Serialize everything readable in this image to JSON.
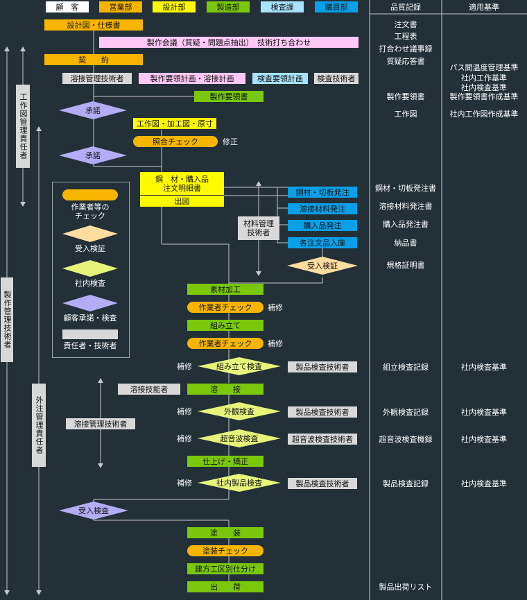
{
  "colors": {
    "background": "#233038",
    "sales": "#f7b500",
    "design": "#fffa00",
    "manufacturing": "#7ac70c",
    "inspection_section": "#a7e3ff",
    "purchasing": "#0aa0e8",
    "meeting_pink": "#ffc8f5",
    "gray_box": "#d8d8d8",
    "customer_approval_diamond": "#b4acf5",
    "receiving_diamond": "#ffdca0",
    "internal_inspection_diamond": "#e6f57a"
  },
  "departments": [
    "顧　客",
    "営業部",
    "設計部",
    "製造部",
    "検査課",
    "購買部"
  ],
  "columns": {
    "quality_records": "品質記録",
    "standards": "適用基準"
  },
  "process": {
    "design_spec": "設計図・仕様書",
    "meeting": "製作会議（質疑・問題点抽出）　技術打ち合わせ",
    "contract": "契　　約",
    "welding_mgr": "溶接管理技術者",
    "plan": "製作要領計画・溶接計画",
    "inspection_plan": "検査要領計画",
    "inspection_engineer": "検査技術者",
    "production_manual": "製作要領書",
    "approval1": "承諾",
    "shop_drawing": "工作図・加工図・原寸",
    "match_check": "照合チェック",
    "correction": "修正",
    "approval2": "承諾",
    "materials_line1": "鋼　材・購入品",
    "materials_line2": "注文明細書",
    "release_drawing": "出図",
    "steel_order": "鋼材・切板発注",
    "weld_material_order": "溶接材料発注",
    "purchase_order": "購入品発注",
    "order_receipt": "各注文品入庫",
    "material_mgr_line1": "材料管理",
    "material_mgr_line2": "技術者",
    "receiving_inspection": "受入検証",
    "raw_processing": "素材加工",
    "worker_check": "作業者チェック",
    "repair": "補修",
    "assembly": "組み立て",
    "assembly_inspection": "組み立て検査",
    "product_inspector": "製品検査技術者",
    "welder": "溶接技能者",
    "welding": "溶　　接",
    "welding_mgr2": "溶接管理技術者",
    "visual_inspection": "外観検査",
    "ultrasonic_inspection": "超音波検査",
    "ultrasonic_inspector": "超音波検査技術者",
    "finishing": "仕上げ・矯正",
    "internal_product_inspection": "社内製品検査",
    "acceptance_inspection": "受入検査",
    "painting": "塗　　装",
    "paint_check": "塗装チェック",
    "sorting": "建方工区別仕分け",
    "shipping": "出　　荷"
  },
  "records": {
    "order_form": "注文書",
    "schedule": "工程表",
    "meeting_minutes": "打合わせ議事録",
    "qa_answers": "質疑応答書",
    "production_manual": "製作要領書",
    "shop_drawing": "工作図",
    "steel_order_form": "鋼材・切板発注書",
    "weld_order_form": "溶接材料発注書",
    "purchase_order_form": "購入品発注書",
    "delivery_note": "納品書",
    "spec_certificate": "規格証明書",
    "assembly_record": "組立検査記録",
    "visual_record": "外観検査記録",
    "ultrasonic_record": "超音波検査機録",
    "product_record": "製品検査記録",
    "shipping_list": "製品出荷リスト"
  },
  "standards": {
    "pass_temp": "パス間温度管理基準",
    "internal_work": "社内工作基準",
    "internal_inspection": "社内検査基準",
    "manual_creation": "製作要領書作成基準",
    "shop_drawing_creation": "社内工作図作成基準",
    "assembly": "社内検査基準",
    "visual": "社内検査基準",
    "ultrasonic": "社内検査基準",
    "product": "社内検査基準"
  },
  "legend": {
    "worker_check": "作業者等の\nチェック",
    "receiving": "受入検証",
    "internal": "社内検査",
    "customer": "顧客承諾・検査",
    "responsible": "責任者・技術者"
  },
  "side": {
    "drawing_manager": "工作図管理責任者",
    "production_manager": "製作管理技術者",
    "outsourcing_manager": "外注管理責任者"
  }
}
